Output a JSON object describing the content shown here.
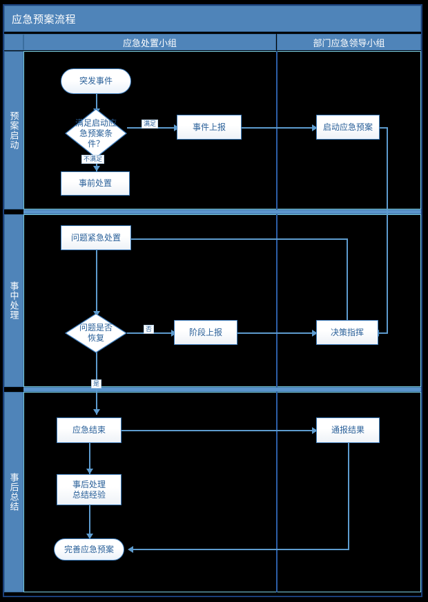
{
  "diagram": {
    "title": "应急预案流程",
    "type": "swimlane-flowchart",
    "colors": {
      "header_blue": "#4f84b9",
      "lane_divider": "#5b95cc",
      "node_border": "#3f7fbf",
      "node_text": "#2a6099",
      "connector": "#5e9ccf",
      "canvas": "#000000",
      "lane_outline": "#7fd4e8"
    }
  },
  "columns": [
    {
      "id": "col-response-team",
      "label": "应急处置小组"
    },
    {
      "id": "col-leadership-team",
      "label": "部门应急领导小组"
    }
  ],
  "lanes": [
    {
      "id": "lane-plan-activation",
      "label": "预案启动"
    },
    {
      "id": "lane-in-process",
      "label": "事中处理"
    },
    {
      "id": "lane-post-summary",
      "label": "事后总结"
    }
  ],
  "nodes": [
    {
      "id": "n-incident",
      "label": "突发事件",
      "shape": "terminal",
      "lane": "预案启动",
      "column": "应急处置小组"
    },
    {
      "id": "n-condition",
      "label": "满足启动应急预案条件？",
      "shape": "decision",
      "lane": "预案启动",
      "column": "应急处置小组"
    },
    {
      "id": "n-pre-handle",
      "label": "事前处置",
      "shape": "process",
      "lane": "预案启动",
      "column": "应急处置小组"
    },
    {
      "id": "n-report-incident",
      "label": "事件上报",
      "shape": "process",
      "lane": "预案启动",
      "column": "应急处置小组"
    },
    {
      "id": "n-activate-plan",
      "label": "启动应急预案",
      "shape": "process",
      "lane": "预案启动",
      "column": "部门应急领导小组"
    },
    {
      "id": "n-urgent-handle",
      "label": "问题紧急处置",
      "shape": "process",
      "lane": "事中处理",
      "column": "应急处置小组"
    },
    {
      "id": "n-recovered",
      "label": "问题是否恢复",
      "shape": "decision",
      "lane": "事中处理",
      "column": "应急处置小组"
    },
    {
      "id": "n-stage-report",
      "label": "阶段上报",
      "shape": "process",
      "lane": "事中处理",
      "column": "应急处置小组"
    },
    {
      "id": "n-command",
      "label": "决策指挥",
      "shape": "process",
      "lane": "事中处理",
      "column": "部门应急领导小组"
    },
    {
      "id": "n-end",
      "label": "应急结束",
      "shape": "process",
      "lane": "事后总结",
      "column": "应急处置小组"
    },
    {
      "id": "n-review",
      "label": "事后处理\n总结经验",
      "shape": "process",
      "lane": "事后总结",
      "column": "应急处置小组"
    },
    {
      "id": "n-improve",
      "label": "完善应急预案",
      "shape": "terminal",
      "lane": "事后总结",
      "column": "应急处置小组"
    },
    {
      "id": "n-notify",
      "label": "通报结果",
      "shape": "process",
      "lane": "事后总结",
      "column": "部门应急领导小组"
    }
  ],
  "node_labels": {
    "incident": "突发事件",
    "condition": "满足启动应急预案条件？",
    "condition_line1": "满足启动应",
    "condition_line2": "急预案条",
    "condition_line3": "件？",
    "pre_handle": "事前处置",
    "report_incident": "事件上报",
    "activate_plan": "启动应急预案",
    "urgent_handle": "问题紧急处置",
    "recovered_line1": "问题是否",
    "recovered_line2": "恢复",
    "stage_report": "阶段上报",
    "command": "决策指挥",
    "end": "应急结束",
    "review_line1": "事后处理",
    "review_line2": "总结经验",
    "improve": "完善应急预案",
    "notify": "通报结果"
  },
  "edges": [
    {
      "id": "e1",
      "from": "突发事件",
      "to": "满足启动应急预案条件？",
      "label": ""
    },
    {
      "id": "e2",
      "from": "满足启动应急预案条件？",
      "to": "事件上报",
      "label": "满足"
    },
    {
      "id": "e3",
      "from": "满足启动应急预案条件？",
      "to": "事前处置",
      "label": "不满足"
    },
    {
      "id": "e4",
      "from": "事件上报",
      "to": "启动应急预案",
      "label": ""
    },
    {
      "id": "e5",
      "from": "启动应急预案",
      "to": "决策指挥",
      "label": ""
    },
    {
      "id": "e6",
      "from": "决策指挥",
      "to": "问题紧急处置",
      "label": ""
    },
    {
      "id": "e7",
      "from": "问题紧急处置",
      "to": "问题是否恢复",
      "label": ""
    },
    {
      "id": "e8",
      "from": "问题是否恢复",
      "to": "阶段上报",
      "label": "否"
    },
    {
      "id": "e9",
      "from": "阶段上报",
      "to": "决策指挥",
      "label": ""
    },
    {
      "id": "e10",
      "from": "问题是否恢复",
      "to": "应急结束",
      "label": "是"
    },
    {
      "id": "e11",
      "from": "应急结束",
      "to": "事后处理总结经验",
      "label": ""
    },
    {
      "id": "e12",
      "from": "应急结束",
      "to": "通报结果",
      "label": ""
    },
    {
      "id": "e13",
      "from": "事后处理总结经验",
      "to": "完善应急预案",
      "label": ""
    },
    {
      "id": "e14",
      "from": "通报结果",
      "to": "完善应急预案",
      "label": ""
    }
  ],
  "edge_labels": {
    "meets": "满足",
    "not_meets": "不满足",
    "no": "否",
    "yes": "是"
  }
}
